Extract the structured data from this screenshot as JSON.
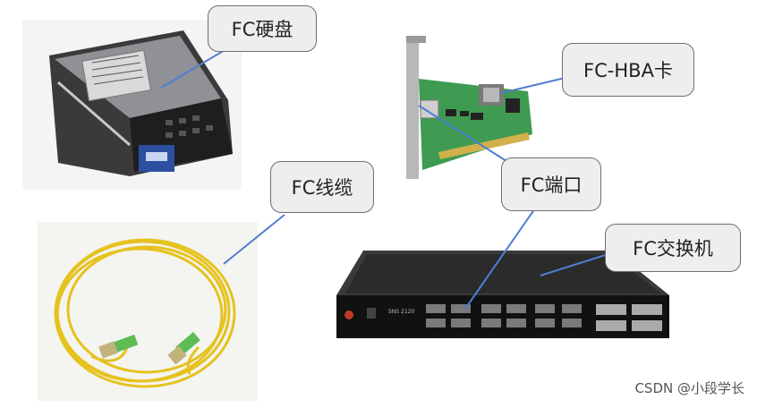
{
  "labels": {
    "hard_disk": "FC硬盘",
    "hba_card": "FC-HBA卡",
    "cable": "FC线缆",
    "port": "FC端口",
    "switch": "FC交换机"
  },
  "watermark": "CSDN @小段学长",
  "switch_badge": "SNS 2120"
}
